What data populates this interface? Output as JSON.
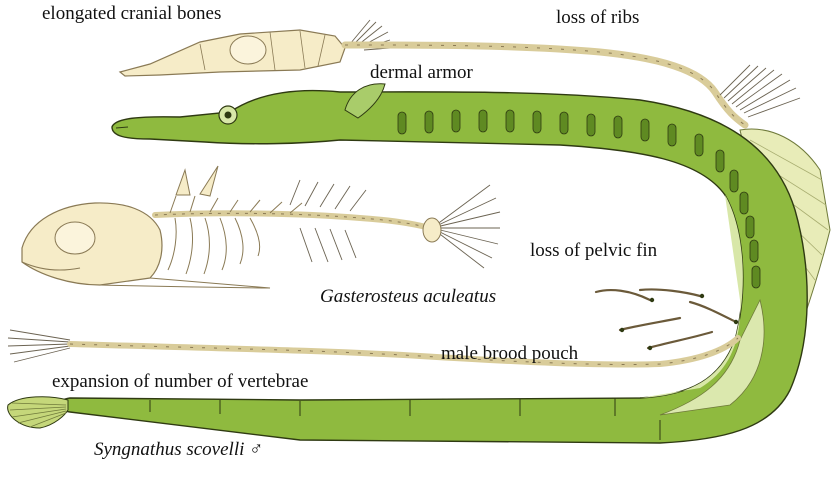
{
  "labels": {
    "cranial": "elongated cranial bones",
    "ribs": "loss of ribs",
    "dermal": "dermal armor",
    "pelvic": "loss of pelvic fin",
    "pouch": "male brood pouch",
    "vertebrae": "expansion of number of vertebrae"
  },
  "species": {
    "stickleback": "Gasterosteus aculeatus",
    "pipefish": "Syngnathus scovelli ♂"
  },
  "colors": {
    "bone": "#f6ecc8",
    "bone_stroke": "#8a7a55",
    "body_green": "#8fba3f",
    "body_dark": "#5f8a22",
    "body_light": "#d8e7a8",
    "outline": "#2f3a12"
  }
}
